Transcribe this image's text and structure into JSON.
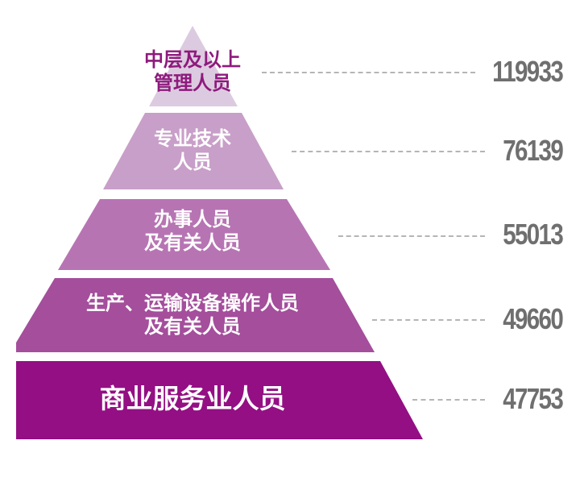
{
  "chart_data": {
    "type": "pyramid",
    "title": "",
    "categories": [
      "中层及以上管理人员",
      "专业技术人员",
      "办事人员及有关人员",
      "生产、运输设备操作人员及有关人员",
      "商业服务业人员"
    ],
    "values": [
      119933,
      76139,
      55013,
      49660,
      47753
    ],
    "colors": [
      "#dccbe0",
      "#c89fc8",
      "#b774b3",
      "#a44e9c",
      "#930f83"
    ]
  },
  "tiers": [
    {
      "line1": "中层及以上",
      "line2": "管理人员",
      "value": "119933"
    },
    {
      "line1": "专业技术",
      "line2": "人员",
      "value": "76139"
    },
    {
      "line1": "办事人员",
      "line2": "及有关人员",
      "value": "55013"
    },
    {
      "line1": "生产、运输设备操作人员",
      "line2": "及有关人员",
      "value": "49660"
    },
    {
      "line1": "商业服务业人员",
      "line2": "",
      "value": "47753"
    }
  ]
}
